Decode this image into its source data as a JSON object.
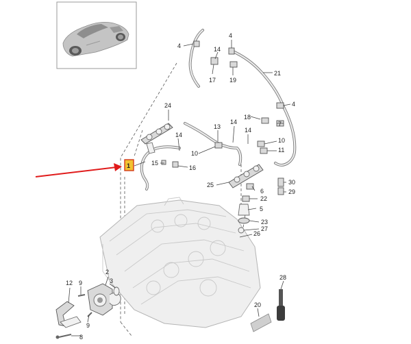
{
  "highlighted_callout": "1",
  "colors": {
    "highlight_fill": "#f2c230",
    "highlight_border": "#d33a1c",
    "arrow": "#e01b1b",
    "car_body": "#b9b9b9"
  },
  "callouts": {
    "c1": "1",
    "c2": "2",
    "c3": "3",
    "c4a": "4",
    "c4b": "4",
    "c4c": "4",
    "c5": "5",
    "c6": "6",
    "c7": "7",
    "c8": "8",
    "c9a": "9",
    "c9b": "9",
    "c10a": "10",
    "c10b": "10",
    "c11": "11",
    "c12": "12",
    "c13": "13",
    "c14a": "14",
    "c14b": "14",
    "c14c": "14",
    "c15": "15",
    "c16": "16",
    "c17": "17",
    "c18": "18",
    "c19": "19",
    "c20": "20",
    "c21": "21",
    "c22": "22",
    "c23": "23",
    "c24": "24",
    "c25": "25",
    "c26": "26",
    "c27": "27",
    "c28": "28",
    "c29": "29",
    "c30": "30"
  }
}
